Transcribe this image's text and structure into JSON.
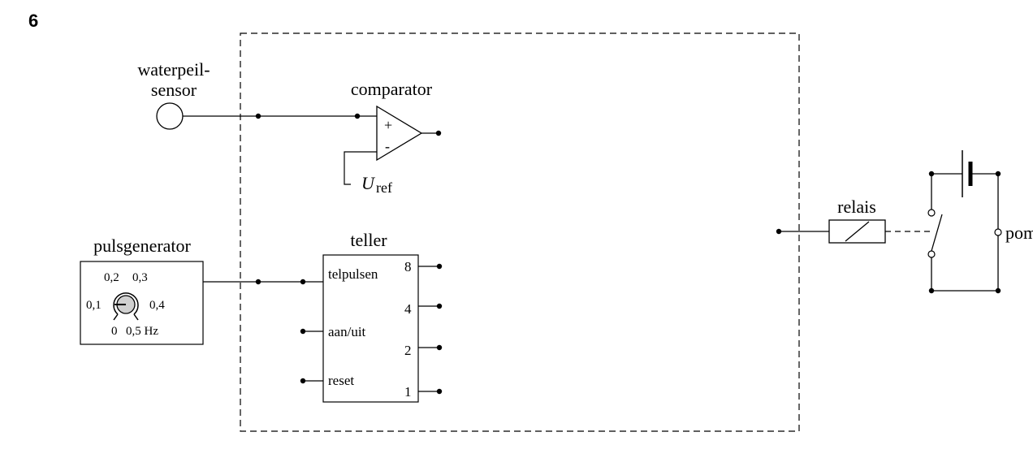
{
  "question_number": "6",
  "sensor": {
    "label_line1": "waterpeil-",
    "label_line2": "sensor"
  },
  "comparator": {
    "label": "comparator",
    "plus": "+",
    "minus": "-",
    "uref_symbol": "U",
    "uref_subscript": "ref"
  },
  "pulsgenerator": {
    "label": "pulsgenerator",
    "dial": {
      "t0": "0",
      "t01": "0,1",
      "t02": "0,2",
      "t03": "0,3",
      "t04": "0,4",
      "t05": "0,5 Hz"
    }
  },
  "teller": {
    "label": "teller",
    "inputs": {
      "telpulsen": "telpulsen",
      "aan_uit": "aan/uit",
      "reset": "reset"
    },
    "outputs": {
      "o8": "8",
      "o4": "4",
      "o2": "2",
      "o1": "1"
    }
  },
  "relais": {
    "label": "relais"
  },
  "pomp": {
    "label": "pomp"
  }
}
